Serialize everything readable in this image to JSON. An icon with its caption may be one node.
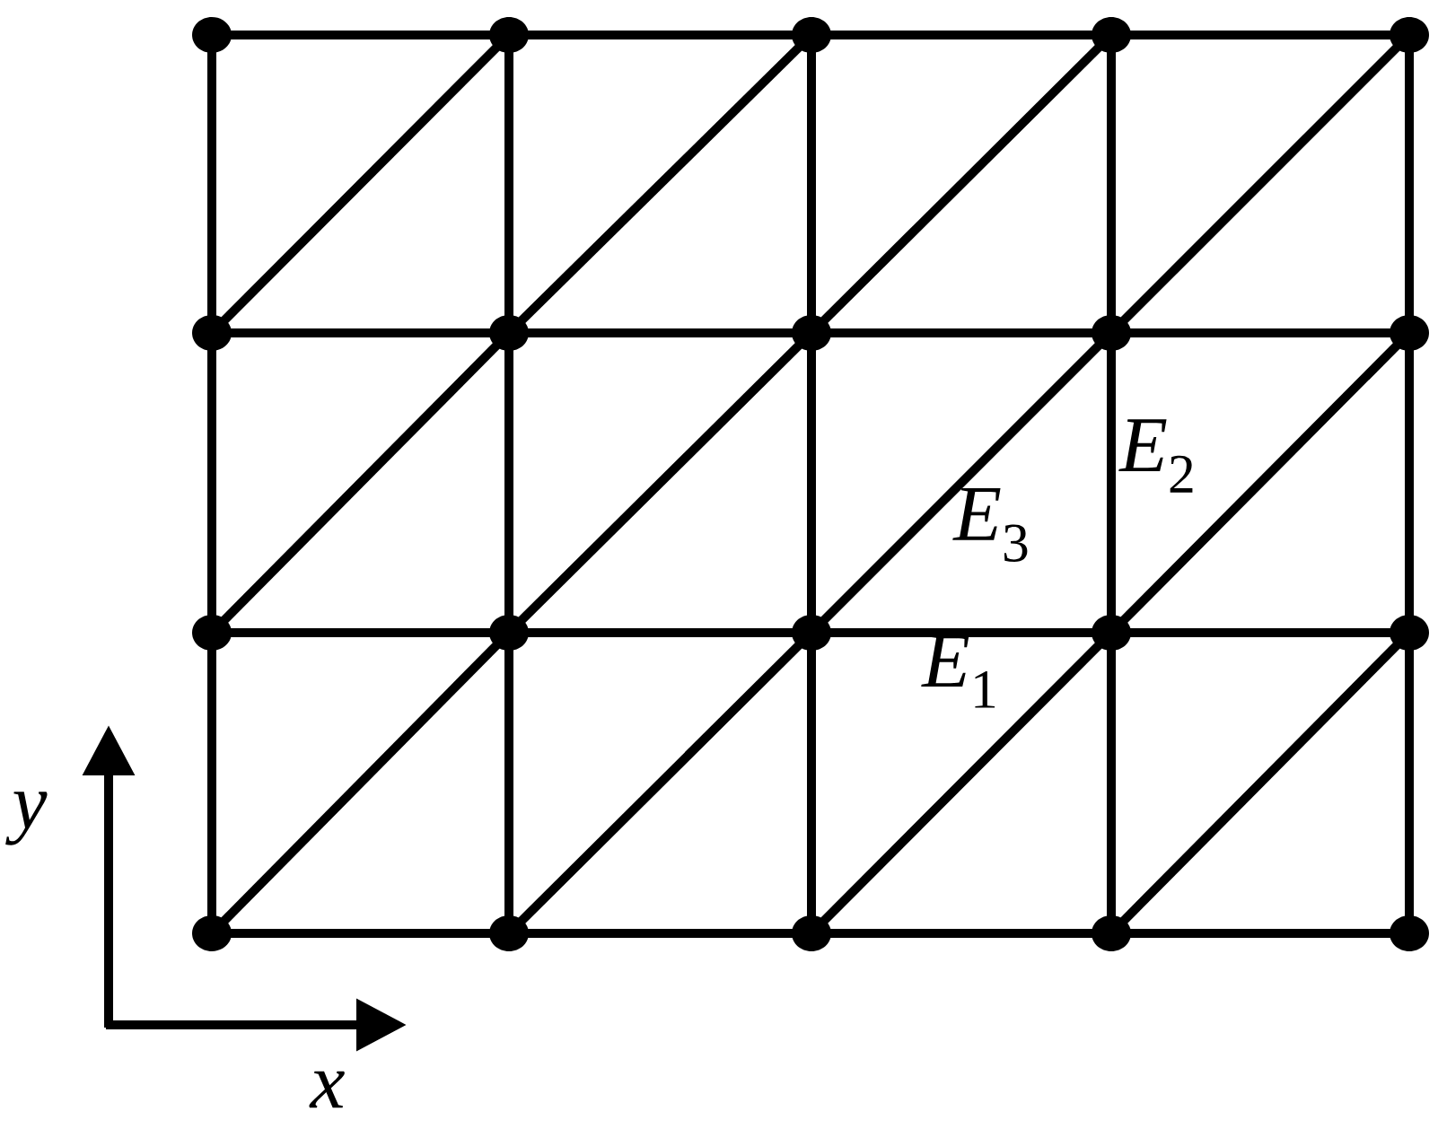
{
  "diagram": {
    "nodes": [
      {
        "text": [],
        "shape": "circle"
      },
      {
        "text": [],
        "shape": "circle"
      },
      {
        "text": [],
        "shape": "circle"
      },
      {
        "text": [],
        "shape": "circle"
      },
      {
        "text": [],
        "shape": "circle"
      },
      {
        "text": [],
        "shape": "circle"
      },
      {
        "text": [],
        "shape": "circle"
      },
      {
        "text": [],
        "shape": "circle"
      },
      {
        "text": [],
        "shape": "circle"
      },
      {
        "text": [],
        "shape": "circle"
      },
      {
        "text": [],
        "shape": "circle"
      },
      {
        "text": [],
        "shape": "circle"
      },
      {
        "text": [],
        "shape": "circle"
      },
      {
        "text": [],
        "shape": "circle"
      },
      {
        "text": [],
        "shape": "circle"
      },
      {
        "text": [],
        "shape": "circle"
      },
      {
        "text": [],
        "shape": "circle"
      },
      {
        "text": [],
        "shape": "circle"
      },
      {
        "text": [],
        "shape": "circle"
      },
      {
        "text": [],
        "shape": "circle"
      }
    ],
    "edges": [
      {
        "from": 0,
        "to": 1,
        "arrow": "none"
      },
      {
        "from": 1,
        "to": 2,
        "arrow": "none"
      },
      {
        "from": 2,
        "to": 3,
        "arrow": "none"
      },
      {
        "from": 3,
        "to": 4,
        "arrow": "none"
      },
      {
        "from": 5,
        "to": 6,
        "arrow": "none"
      },
      {
        "from": 6,
        "to": 7,
        "arrow": "none"
      },
      {
        "from": 7,
        "to": 8,
        "arrow": "none"
      },
      {
        "from": 8,
        "to": 9,
        "arrow": "none"
      },
      {
        "from": 10,
        "to": 11,
        "arrow": "none"
      },
      {
        "from": 11,
        "to": 12,
        "arrow": "none"
      },
      {
        "from": 12,
        "to": 13,
        "arrow": "none"
      },
      {
        "from": 13,
        "to": 14,
        "arrow": "none"
      },
      {
        "from": 15,
        "to": 16,
        "arrow": "none"
      },
      {
        "from": 16,
        "to": 17,
        "arrow": "none"
      },
      {
        "from": 17,
        "to": 18,
        "arrow": "none"
      },
      {
        "from": 18,
        "to": 19,
        "arrow": "none"
      },
      {
        "from": 0,
        "to": 5,
        "arrow": "none"
      },
      {
        "from": 5,
        "to": 10,
        "arrow": "none"
      },
      {
        "from": 10,
        "to": 15,
        "arrow": "none"
      },
      {
        "from": 1,
        "to": 6,
        "arrow": "none"
      },
      {
        "from": 6,
        "to": 11,
        "arrow": "none"
      },
      {
        "from": 11,
        "to": 16,
        "arrow": "none"
      },
      {
        "from": 2,
        "to": 7,
        "arrow": "none"
      },
      {
        "from": 7,
        "to": 12,
        "arrow": "none"
      },
      {
        "from": 12,
        "to": 17,
        "arrow": "none"
      },
      {
        "from": 3,
        "to": 8,
        "arrow": "none"
      },
      {
        "from": 8,
        "to": 13,
        "arrow": "none"
      },
      {
        "from": 13,
        "to": 18,
        "arrow": "none"
      },
      {
        "from": 4,
        "to": 9,
        "arrow": "none"
      },
      {
        "from": 9,
        "to": 14,
        "arrow": "none"
      },
      {
        "from": 14,
        "to": 19,
        "arrow": "none"
      },
      {
        "from": 5,
        "to": 1,
        "arrow": "none"
      },
      {
        "from": 6,
        "to": 2,
        "arrow": "none"
      },
      {
        "from": 7,
        "to": 3,
        "arrow": "none"
      },
      {
        "from": 8,
        "to": 4,
        "arrow": "none"
      },
      {
        "from": 10,
        "to": 6,
        "arrow": "none"
      },
      {
        "from": 11,
        "to": 7,
        "arrow": "none"
      },
      {
        "from": 12,
        "to": 8,
        "arrow": "none"
      },
      {
        "from": 13,
        "to": 9,
        "arrow": "none"
      },
      {
        "from": 15,
        "to": 11,
        "arrow": "none"
      },
      {
        "from": 16,
        "to": 12,
        "arrow": "none"
      },
      {
        "from": 17,
        "to": 13,
        "arrow": "none"
      },
      {
        "from": 18,
        "to": 14,
        "arrow": "none"
      }
    ],
    "labels": [
      "*E*$_{2}$",
      "*E*$_{3}$",
      "*E*$_{1}$",
      "y",
      "x"
    ]
  }
}
